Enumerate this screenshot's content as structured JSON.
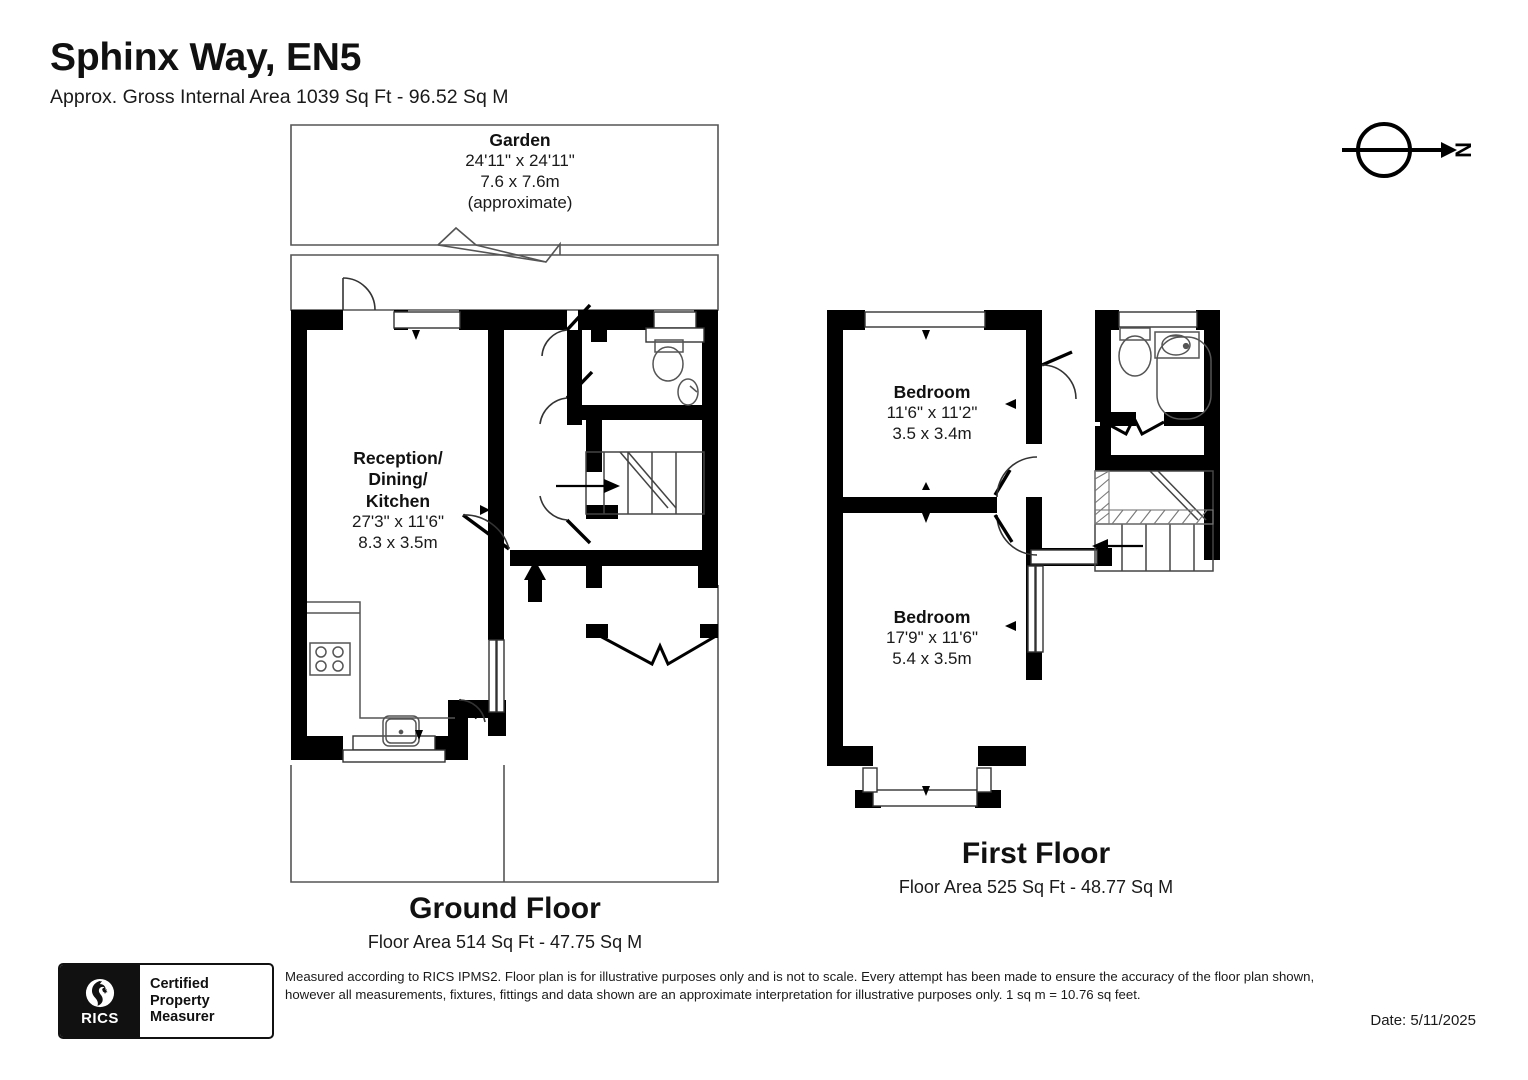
{
  "header": {
    "title": "Sphinx Way, EN5",
    "subtitle": "Approx. Gross Internal Area 1039 Sq Ft - 96.52 Sq M"
  },
  "compass": {
    "label": "N"
  },
  "ground_floor": {
    "caption_title": "Ground Floor",
    "caption_area": "Floor Area 514 Sq Ft - 47.75 Sq M",
    "rooms": [
      {
        "name": "Garden",
        "dim_imperial": "24'11\" x 24'11\"",
        "dim_metric": "7.6 x 7.6m",
        "note": "(approximate)"
      },
      {
        "name_line1": "Reception/",
        "name_line2": "Dining/",
        "name_line3": "Kitchen",
        "dim_imperial": "27'3\" x 11'6\"",
        "dim_metric": "8.3 x 3.5m"
      }
    ]
  },
  "first_floor": {
    "caption_title": "First Floor",
    "caption_area": "Floor Area 525 Sq Ft - 48.77 Sq M",
    "rooms": [
      {
        "name": "Bedroom",
        "dim_imperial": "11'6\" x 11'2\"",
        "dim_metric": "3.5 x 3.4m"
      },
      {
        "name": "Bedroom",
        "dim_imperial": "17'9\" x 11'6\"",
        "dim_metric": "5.4 x 3.5m"
      }
    ]
  },
  "footer": {
    "badge_wordmark": "RICS",
    "badge_line1": "Certified",
    "badge_line2": "Property",
    "badge_line3": "Measurer",
    "disclaimer_line1": "Measured according to RICS IPMS2. Floor plan is for illustrative purposes only and is not to scale. Every attempt has been made to ensure the accuracy of the floor plan shown,",
    "disclaimer_line2": "however all measurements, fixtures, fittings and data shown are an approximate interpretation for illustrative purposes only. 1 sq m = 10.76 sq feet.",
    "date": "Date: 5/11/2025"
  },
  "colors": {
    "wall": "#000000",
    "outline": "#4a4a4a",
    "fixture": "#555555",
    "text": "#1a1a1a",
    "background": "#ffffff"
  }
}
